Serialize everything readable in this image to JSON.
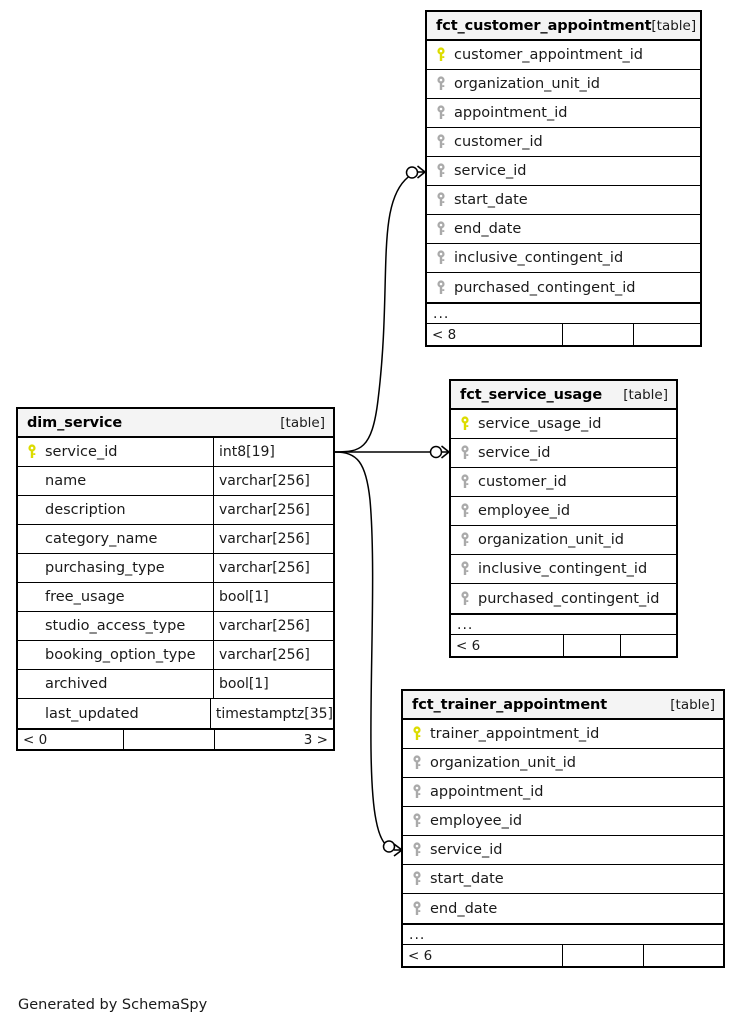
{
  "diagram": {
    "kind": "entity-relationship-diagram",
    "caption": "Generated by SchemaSpy",
    "table_badge": "[table]",
    "ellipsis": "...",
    "colors": {
      "background": "#ffffff",
      "table_border": "#000000",
      "header_background": "#f4f4f4",
      "primary_key_icon": "#dcdc00",
      "foreign_key_icon": "#aaaaaa",
      "text": "#1a1a1a",
      "connector": "#000000"
    },
    "tables": [
      {
        "id": "fct_customer_appointment",
        "name": "fct_customer_appointment",
        "badge": "[table]",
        "show_types": false,
        "columns": [
          {
            "name": "customer_appointment_id",
            "key": "primary",
            "type": ""
          },
          {
            "name": "organization_unit_id",
            "key": "foreign",
            "type": ""
          },
          {
            "name": "appointment_id",
            "key": "foreign",
            "type": ""
          },
          {
            "name": "customer_id",
            "key": "foreign",
            "type": ""
          },
          {
            "name": "service_id",
            "key": "foreign",
            "type": ""
          },
          {
            "name": "start_date",
            "key": "foreign",
            "type": ""
          },
          {
            "name": "end_date",
            "key": "foreign",
            "type": ""
          },
          {
            "name": "inclusive_contingent_id",
            "key": "foreign",
            "type": ""
          },
          {
            "name": "purchased_contingent_id",
            "key": "foreign",
            "type": ""
          }
        ],
        "more_indicator": "...",
        "footer": {
          "left": "< 8",
          "middle": "",
          "right": ""
        }
      },
      {
        "id": "dim_service",
        "name": "dim_service",
        "badge": "[table]",
        "show_types": true,
        "columns": [
          {
            "name": "service_id",
            "key": "primary",
            "type": "int8[19]"
          },
          {
            "name": "name",
            "key": "none",
            "type": "varchar[256]"
          },
          {
            "name": "description",
            "key": "none",
            "type": "varchar[256]"
          },
          {
            "name": "category_name",
            "key": "none",
            "type": "varchar[256]"
          },
          {
            "name": "purchasing_type",
            "key": "none",
            "type": "varchar[256]"
          },
          {
            "name": "free_usage",
            "key": "none",
            "type": "bool[1]"
          },
          {
            "name": "studio_access_type",
            "key": "none",
            "type": "varchar[256]"
          },
          {
            "name": "booking_option_type",
            "key": "none",
            "type": "varchar[256]"
          },
          {
            "name": "archived",
            "key": "none",
            "type": "bool[1]"
          },
          {
            "name": "last_updated",
            "key": "none",
            "type": "timestamptz[35]"
          }
        ],
        "more_indicator": "",
        "footer": {
          "left": "< 0",
          "middle": "",
          "right": "3 >"
        }
      },
      {
        "id": "fct_service_usage",
        "name": "fct_service_usage",
        "badge": "[table]",
        "show_types": false,
        "columns": [
          {
            "name": "service_usage_id",
            "key": "primary",
            "type": ""
          },
          {
            "name": "service_id",
            "key": "foreign",
            "type": ""
          },
          {
            "name": "customer_id",
            "key": "foreign",
            "type": ""
          },
          {
            "name": "employee_id",
            "key": "foreign",
            "type": ""
          },
          {
            "name": "organization_unit_id",
            "key": "foreign",
            "type": ""
          },
          {
            "name": "inclusive_contingent_id",
            "key": "foreign",
            "type": ""
          },
          {
            "name": "purchased_contingent_id",
            "key": "foreign",
            "type": ""
          }
        ],
        "more_indicator": "...",
        "footer": {
          "left": "< 6",
          "middle": "",
          "right": ""
        }
      },
      {
        "id": "fct_trainer_appointment",
        "name": "fct_trainer_appointment",
        "badge": "[table]",
        "show_types": false,
        "columns": [
          {
            "name": "trainer_appointment_id",
            "key": "primary",
            "type": ""
          },
          {
            "name": "organization_unit_id",
            "key": "foreign",
            "type": ""
          },
          {
            "name": "appointment_id",
            "key": "foreign",
            "type": ""
          },
          {
            "name": "employee_id",
            "key": "foreign",
            "type": ""
          },
          {
            "name": "service_id",
            "key": "foreign",
            "type": ""
          },
          {
            "name": "start_date",
            "key": "foreign",
            "type": ""
          },
          {
            "name": "end_date",
            "key": "foreign",
            "type": ""
          }
        ],
        "more_indicator": "...",
        "footer": {
          "left": "< 6",
          "middle": "",
          "right": ""
        }
      }
    ],
    "relationships": [
      {
        "from": "dim_service.service_id",
        "to": "fct_customer_appointment.service_id",
        "cardinality": "zero-or-many"
      },
      {
        "from": "dim_service.service_id",
        "to": "fct_service_usage.service_id",
        "cardinality": "zero-or-many"
      },
      {
        "from": "dim_service.service_id",
        "to": "fct_trainer_appointment.service_id",
        "cardinality": "zero-or-many"
      }
    ]
  }
}
